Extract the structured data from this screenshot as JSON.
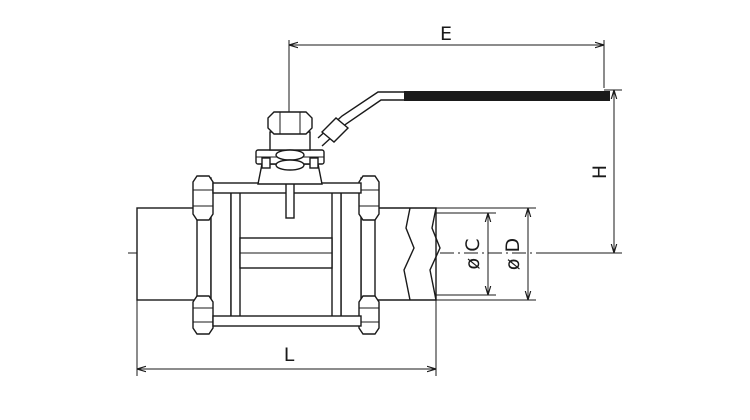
{
  "dimensions": {
    "E": "E",
    "H": "H",
    "L": "L",
    "C": "ø C",
    "D": "ø D"
  }
}
